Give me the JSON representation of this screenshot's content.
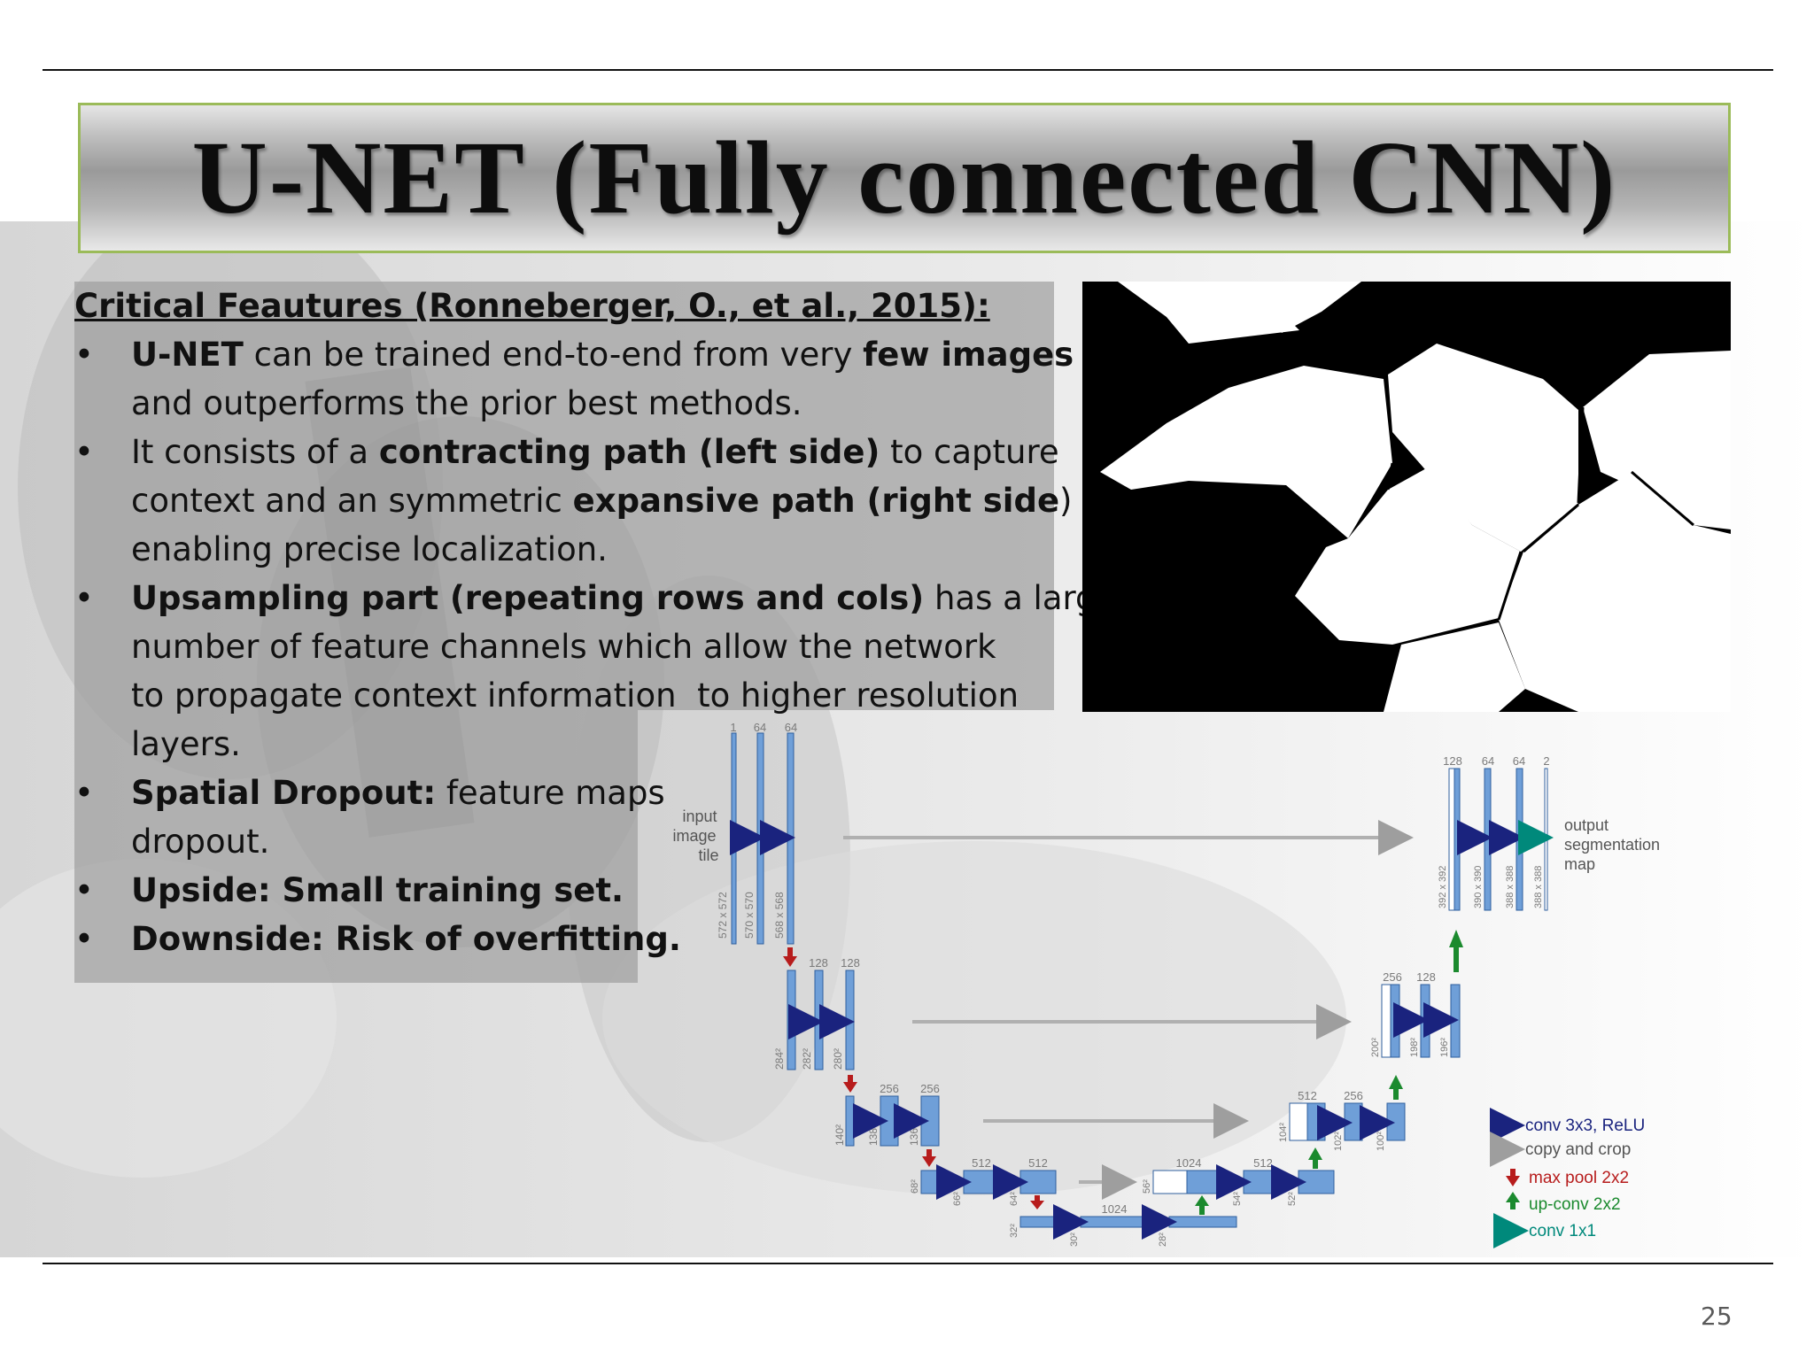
{
  "slide": {
    "title": "U-NET (Fully connected CNN)",
    "heading": "Critical Feautures (Ronneberger, O., et al., 2015):",
    "bullets": [
      {
        "lines": [
          [
            {
              "t": "U-NET",
              "b": true
            },
            {
              "t": " can be trained end-to-end from very ",
              "b": false
            },
            {
              "t": "few images",
              "b": true
            }
          ],
          [
            {
              "t": "and outperforms the prior best methods.",
              "b": false
            }
          ]
        ]
      },
      {
        "lines": [
          [
            {
              "t": "It consists of a ",
              "b": false
            },
            {
              "t": "contracting path (left side)",
              "b": true
            },
            {
              "t": " to capture",
              "b": false
            }
          ],
          [
            {
              "t": "context and an symmetric ",
              "b": false
            },
            {
              "t": "expansive path (right side",
              "b": true
            },
            {
              "t": ")",
              "b": false
            }
          ],
          [
            {
              "t": "enabling precise localization.",
              "b": false
            }
          ]
        ]
      },
      {
        "lines": [
          [
            {
              "t": "Upsampling part (repeating rows and cols)",
              "b": true
            },
            {
              "t": " has a large",
              "b": false
            }
          ],
          [
            {
              "t": "number of feature channels which allow the network",
              "b": false
            }
          ],
          [
            {
              "t": "to propagate context information  to higher resolution",
              "b": false
            }
          ],
          [
            {
              "t": "layers.",
              "b": false
            }
          ]
        ]
      },
      {
        "lines": [
          [
            {
              "t": "Spatial Dropout:",
              "b": true
            },
            {
              "t": " feature maps",
              "b": false
            }
          ],
          [
            {
              "t": "dropout.",
              "b": false
            }
          ]
        ]
      },
      {
        "lines": [
          [
            {
              "t": "Upside: Small training set.",
              "b": true
            }
          ]
        ]
      },
      {
        "lines": [
          [
            {
              "t": "Downside: Risk of overfitting.",
              "b": true
            }
          ]
        ]
      }
    ],
    "bullet_char": "•",
    "page_number": "25"
  },
  "diagram": {
    "input_label": [
      "input",
      "image",
      "tile"
    ],
    "output_label": [
      "output",
      "segmentation",
      "map"
    ],
    "channel_labels": {
      "l1": [
        "1",
        "64",
        "64"
      ],
      "l2": [
        "128",
        "128"
      ],
      "l3": [
        "256",
        "256"
      ],
      "l4": [
        "512",
        "512"
      ],
      "bottom": [
        "1024",
        "1024"
      ],
      "r4": [
        "512"
      ],
      "r3": [
        "512",
        "256"
      ],
      "r2": [
        "256",
        "128"
      ],
      "r1": [
        "128",
        "64",
        "64",
        "2"
      ]
    },
    "size_labels": {
      "l1": [
        "572 x 572",
        "570 x 570",
        "568 x 568"
      ],
      "l2": [
        "284²",
        "282²",
        "280²"
      ],
      "l3": [
        "140²",
        "138²",
        "136²"
      ],
      "l4": [
        "68²",
        "66²",
        "64²"
      ],
      "bottom": [
        "32²",
        "30²",
        "28²"
      ],
      "r4": [
        "56²",
        "54²",
        "52²"
      ],
      "r3": [
        "104²",
        "102²",
        "100²"
      ],
      "r2": [
        "200²",
        "198²",
        "196²"
      ],
      "r1": [
        "392 x 392",
        "390 x 390",
        "388 x 388",
        "388 x 388"
      ]
    },
    "legend": [
      {
        "label": "conv 3x3, ReLU",
        "color": "#1a237e"
      },
      {
        "label": "copy and crop",
        "color": "#9e9e9e"
      },
      {
        "label": "max pool 2x2",
        "color": "#b71c1c"
      },
      {
        "label": "up-conv 2x2",
        "color": "#1b8a2e"
      },
      {
        "label": "conv 1x1",
        "color": "#00897b"
      }
    ],
    "colors": {
      "block_fill": "#6f9fd8",
      "block_stroke": "#2f5f9e",
      "label_gray": "#7a7a7a"
    }
  }
}
